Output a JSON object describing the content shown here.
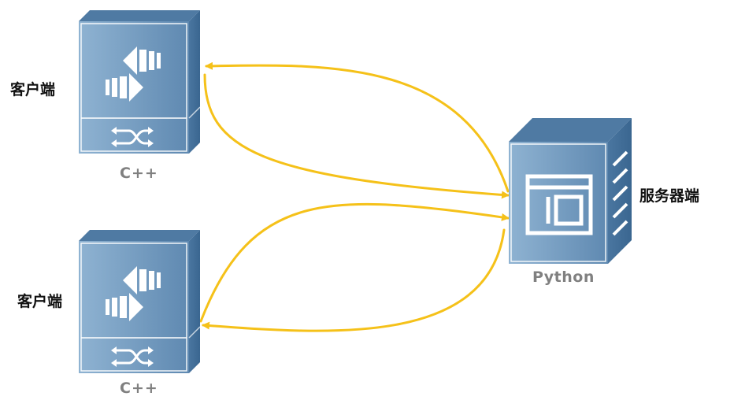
{
  "diagram": {
    "clients": [
      {
        "role_label": "客户端",
        "tech_label": "C++"
      },
      {
        "role_label": "客户端",
        "tech_label": "C++"
      }
    ],
    "server": {
      "role_label": "服务器端",
      "tech_label": "Python"
    },
    "connector_color": "#F5C119",
    "device_colors": {
      "front": "#6f98bd",
      "front_light": "#8fb3d2",
      "top": "#4f7aa3",
      "side": "#3f6a93",
      "outline": "#ffffff"
    },
    "icons": [
      "two-way-arrows-icon",
      "shuffle-icon",
      "window-icon"
    ]
  }
}
